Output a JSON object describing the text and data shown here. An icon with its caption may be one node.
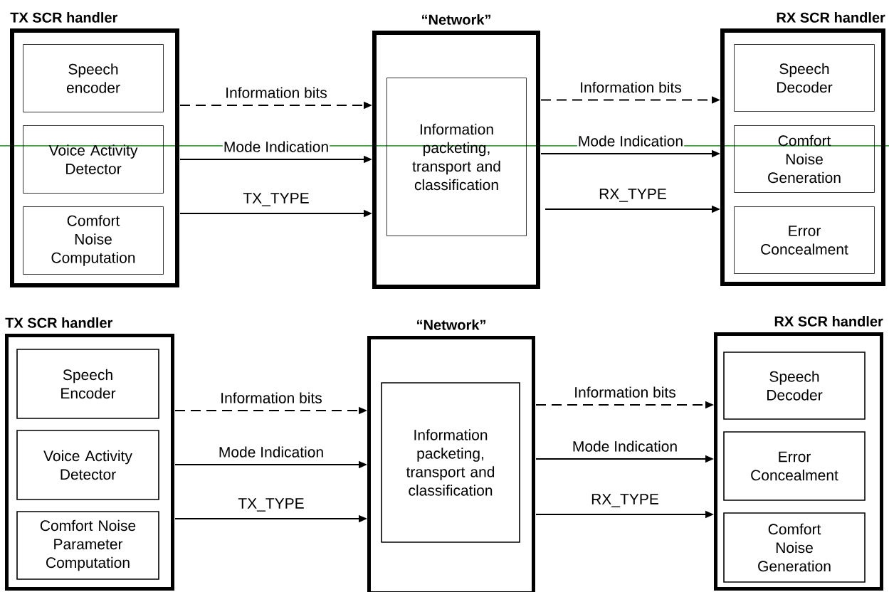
{
  "diagram": {
    "nodes": [
      {
        "text": [
          "TX SCR handler"
        ]
      },
      {
        "text": [
          "Speech encoder"
        ],
        "in": 0
      },
      {
        "text": [
          "Voice Activity Detector"
        ],
        "in": 0
      },
      {
        "text": [
          "Comfort Noise Computation"
        ],
        "in": 0
      },
      {
        "text": [
          "“Network”"
        ]
      },
      {
        "text": [
          "Information packeting, transport and classification"
        ],
        "in": 4
      },
      {
        "text": [
          "RX SCR handler"
        ]
      },
      {
        "text": [
          "Speech Decoder"
        ],
        "in": 6
      },
      {
        "text": [
          "Comfort Noise Generation"
        ],
        "in": 6
      },
      {
        "text": [
          "Error Concealment"
        ],
        "in": 6
      },
      {
        "text": [
          "TX SCR handler"
        ]
      },
      {
        "text": [
          "Speech Encoder"
        ],
        "in": 10
      },
      {
        "text": [
          "Voice Activity Detector"
        ],
        "in": 10
      },
      {
        "text": [
          "Comfort Noise Parameter Computation"
        ],
        "in": 10
      },
      {
        "text": [
          "“Network”"
        ]
      },
      {
        "text": [
          "Information packeting, transport and classification"
        ],
        "in": 14
      },
      {
        "text": [
          "RX SCR handler"
        ]
      },
      {
        "text": [
          "Speech Decoder"
        ],
        "in": 16
      },
      {
        "text": [
          "Error Concealment"
        ],
        "in": 16
      },
      {
        "text": [
          "Comfort Noise Generation"
        ],
        "in": 16
      }
    ],
    "edges": [
      {
        "from": 1,
        "to": 4,
        "arrow": "to",
        "label": "Information bits",
        "style": "dashed"
      },
      {
        "from": 2,
        "to": 4,
        "arrow": "to",
        "label": "Mode Indication"
      },
      {
        "from": 3,
        "to": 4,
        "arrow": "to",
        "label": "TX_TYPE"
      },
      {
        "from": 4,
        "to": 7,
        "arrow": "to",
        "label": "Information bits",
        "style": "dashed"
      },
      {
        "from": 4,
        "to": 8,
        "arrow": "to",
        "label": "Mode Indication"
      },
      {
        "from": 4,
        "to": 9,
        "arrow": "to",
        "label": "RX_TYPE"
      },
      {
        "from": 11,
        "to": 14,
        "arrow": "to",
        "label": "Information bits",
        "style": "dashed"
      },
      {
        "from": 12,
        "to": 14,
        "arrow": "to",
        "label": "Mode Indication"
      },
      {
        "from": 13,
        "to": 14,
        "arrow": "to",
        "label": "TX_TYPE"
      },
      {
        "from": 14,
        "to": 17,
        "arrow": "to",
        "label": "Information bits",
        "style": "dashed"
      },
      {
        "from": 14,
        "to": 18,
        "arrow": "to",
        "label": "Mode Indication"
      },
      {
        "from": 14,
        "to": 19,
        "arrow": "to",
        "label": "RX_TYPE"
      }
    ]
  }
}
